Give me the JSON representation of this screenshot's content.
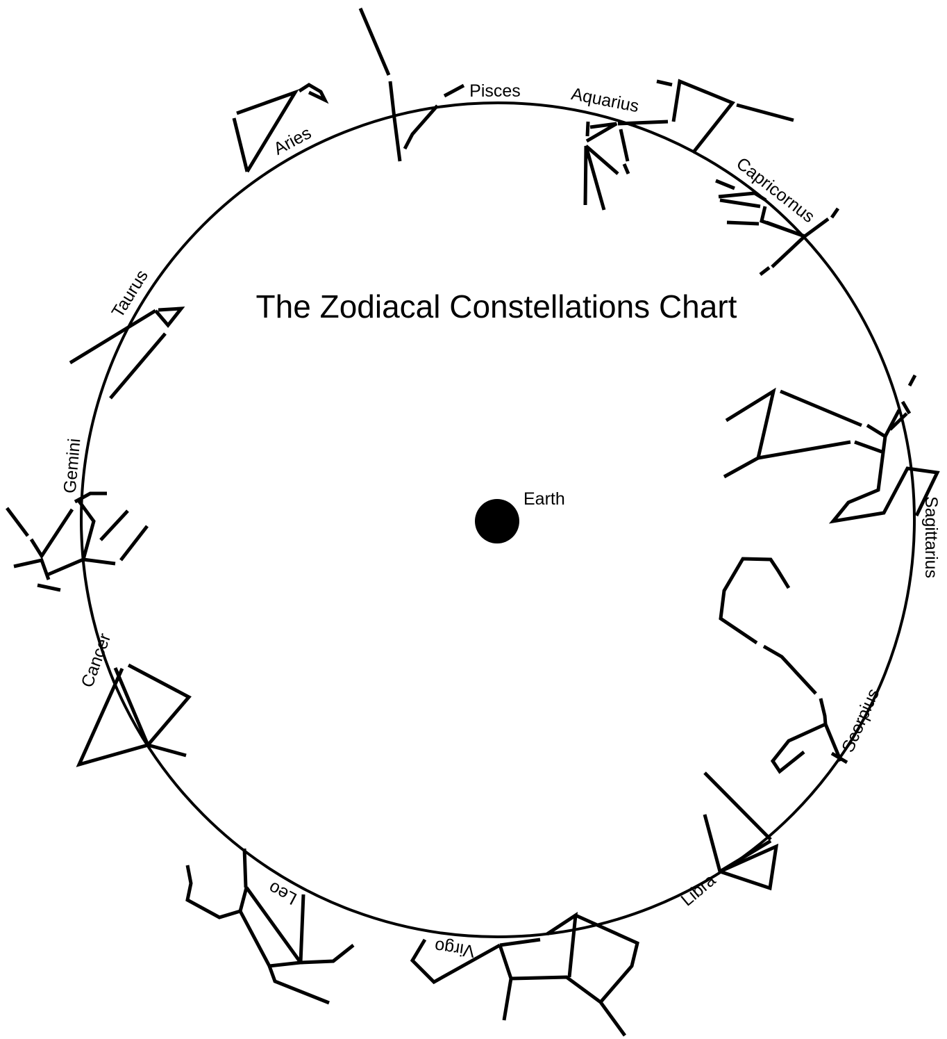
{
  "title": "The Zodiacal Constellations Chart",
  "center_label": "Earth",
  "constellations": [
    {
      "key": "pisces",
      "name": "Pisces"
    },
    {
      "key": "aquarius",
      "name": "Aquarius"
    },
    {
      "key": "capricornus",
      "name": "Capricornus"
    },
    {
      "key": "sagittarius",
      "name": "Sagittarius"
    },
    {
      "key": "scorpius",
      "name": "Scorpius"
    },
    {
      "key": "libra",
      "name": "Libra"
    },
    {
      "key": "virgo",
      "name": "Virgo"
    },
    {
      "key": "leo",
      "name": "Leo"
    },
    {
      "key": "cancer",
      "name": "Cancer"
    },
    {
      "key": "gemini",
      "name": "Gemini"
    },
    {
      "key": "taurus",
      "name": "Taurus"
    },
    {
      "key": "aries",
      "name": "Aries"
    }
  ],
  "colors": {
    "ink": "#000000",
    "background": "#ffffff"
  }
}
